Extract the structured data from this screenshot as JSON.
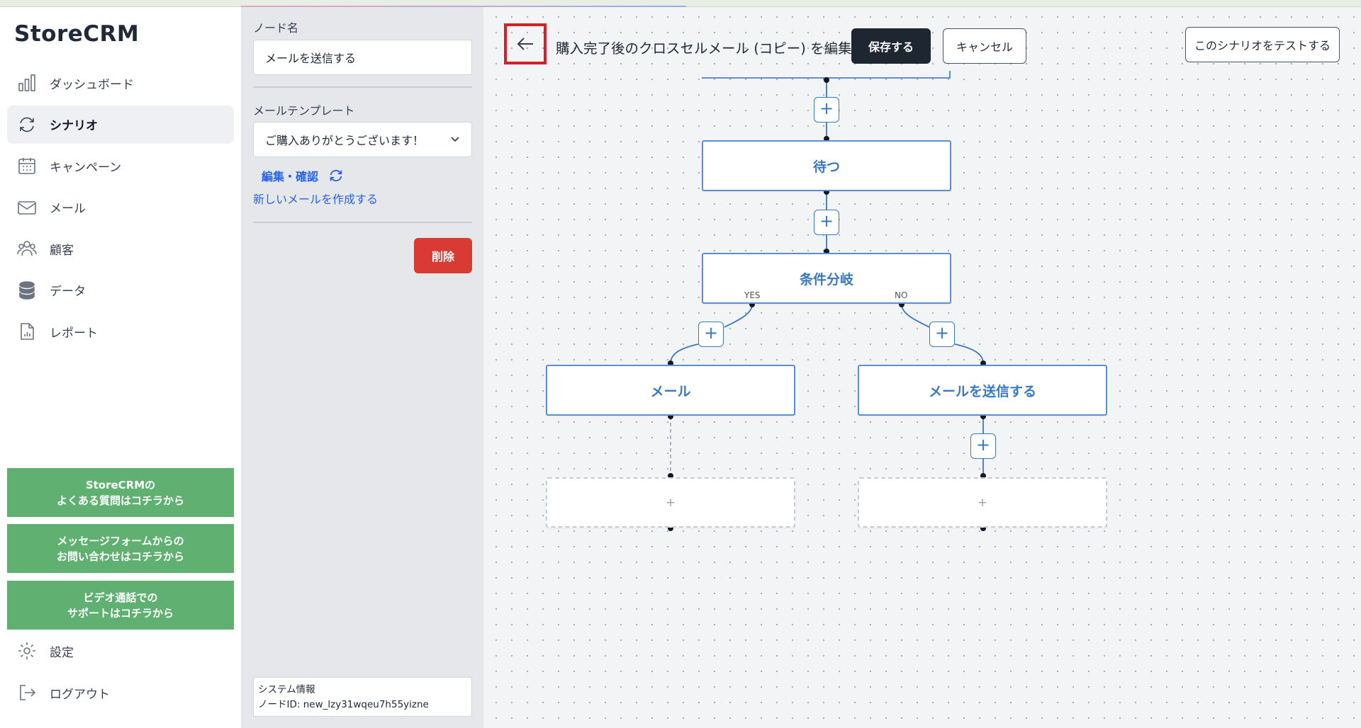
{
  "app": {
    "logo": "StoreCRM"
  },
  "sidebar": {
    "items": [
      {
        "label": "ダッシュボード",
        "icon": "bar-chart-icon",
        "active": false
      },
      {
        "label": "シナリオ",
        "icon": "refresh-icon",
        "active": true
      },
      {
        "label": "キャンペーン",
        "icon": "calendar-icon",
        "active": false
      },
      {
        "label": "メール",
        "icon": "mail-icon",
        "active": false
      },
      {
        "label": "顧客",
        "icon": "users-icon",
        "active": false
      },
      {
        "label": "データ",
        "icon": "database-icon",
        "active": false
      },
      {
        "label": "レポート",
        "icon": "report-icon",
        "active": false
      }
    ],
    "help_buttons": [
      "StoreCRMの\nよくある質問はコチラから",
      "メッセージフォームからの\nお問い合わせはコチラから",
      "ビデオ通話での\nサポートはコチラから"
    ],
    "settings_label": "設定",
    "logout_label": "ログアウト",
    "help_color": "#5fb071"
  },
  "panel": {
    "node_name_label": "ノード名",
    "node_name_value": "メールを送信する",
    "template_label": "メールテンプレート",
    "template_value": "ご購入ありがとうございます！",
    "edit_link": "編集・確認",
    "new_mail_link": "新しいメールを作成する",
    "delete_label": "削除",
    "system_info_title": "システム情報",
    "node_id_text": "ノードID: new_lzy31wqeu7h55yizne"
  },
  "header": {
    "title": "購入完了後のクロスセルメール (コピー) を編集中",
    "save_label": "保存する",
    "cancel_label": "キャンセル",
    "test_label": "このシナリオをテストする"
  },
  "flow": {
    "wait_node": "待つ",
    "condition_node": "条件分岐",
    "yes_label": "YES",
    "no_label": "NO",
    "yes_branch_node": "メール",
    "no_branch_node": "メールを送信する",
    "plus": "+",
    "empty_node": "+"
  },
  "colors": {
    "accent_blue": "#3b78c4",
    "save_button": "#1e2632",
    "delete_button": "#d93a34",
    "highlight_box": "#d91f26"
  }
}
